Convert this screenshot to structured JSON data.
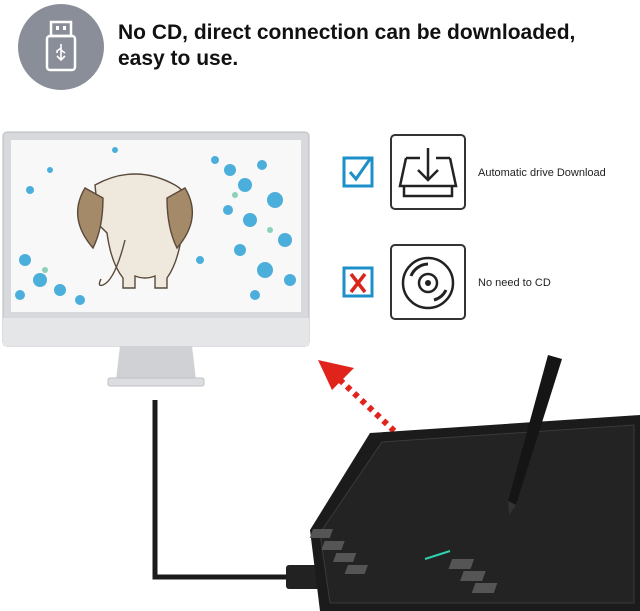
{
  "headline": {
    "line1": "No CD, direct connection can be downloaded,",
    "line2": "easy to use."
  },
  "icons": {
    "usb": "usb-flash-drive-icon",
    "download": "download-tray-icon",
    "cd": "cd-disc-icon",
    "check": "checkmark-icon",
    "cross": "cross-mark-icon",
    "arrow": "dotted-arrow-icon"
  },
  "features": [
    {
      "label": "Automatic drive Download",
      "status": "checked"
    },
    {
      "label": "No need to CD",
      "status": "crossed"
    }
  ],
  "colors": {
    "badge": "#8a8e99",
    "checkbox": "#1e90c8",
    "cross": "#d9261c",
    "arrow": "#e0231b",
    "tablet": "#1b1b1b"
  }
}
